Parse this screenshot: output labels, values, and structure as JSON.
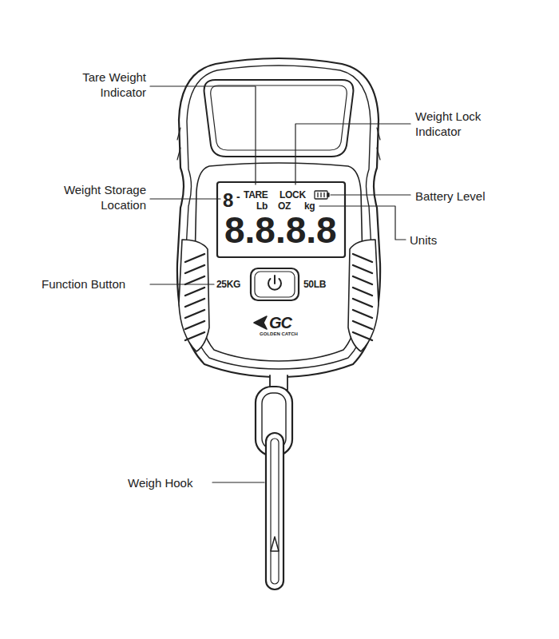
{
  "diagram": {
    "labels": [
      "Tare Weight Indicator",
      "Weight Lock Indicator",
      "Weight Storage Location",
      "8",
      "-",
      "TARE",
      "LOCK",
      "Battery Level",
      "Lb",
      "OZ",
      "kg",
      "Units",
      "8.8.8.8",
      "Function Button",
      "25KG",
      "50LB",
      "GC",
      "GOLDEN CATCH",
      "Weigh Hook"
    ]
  }
}
